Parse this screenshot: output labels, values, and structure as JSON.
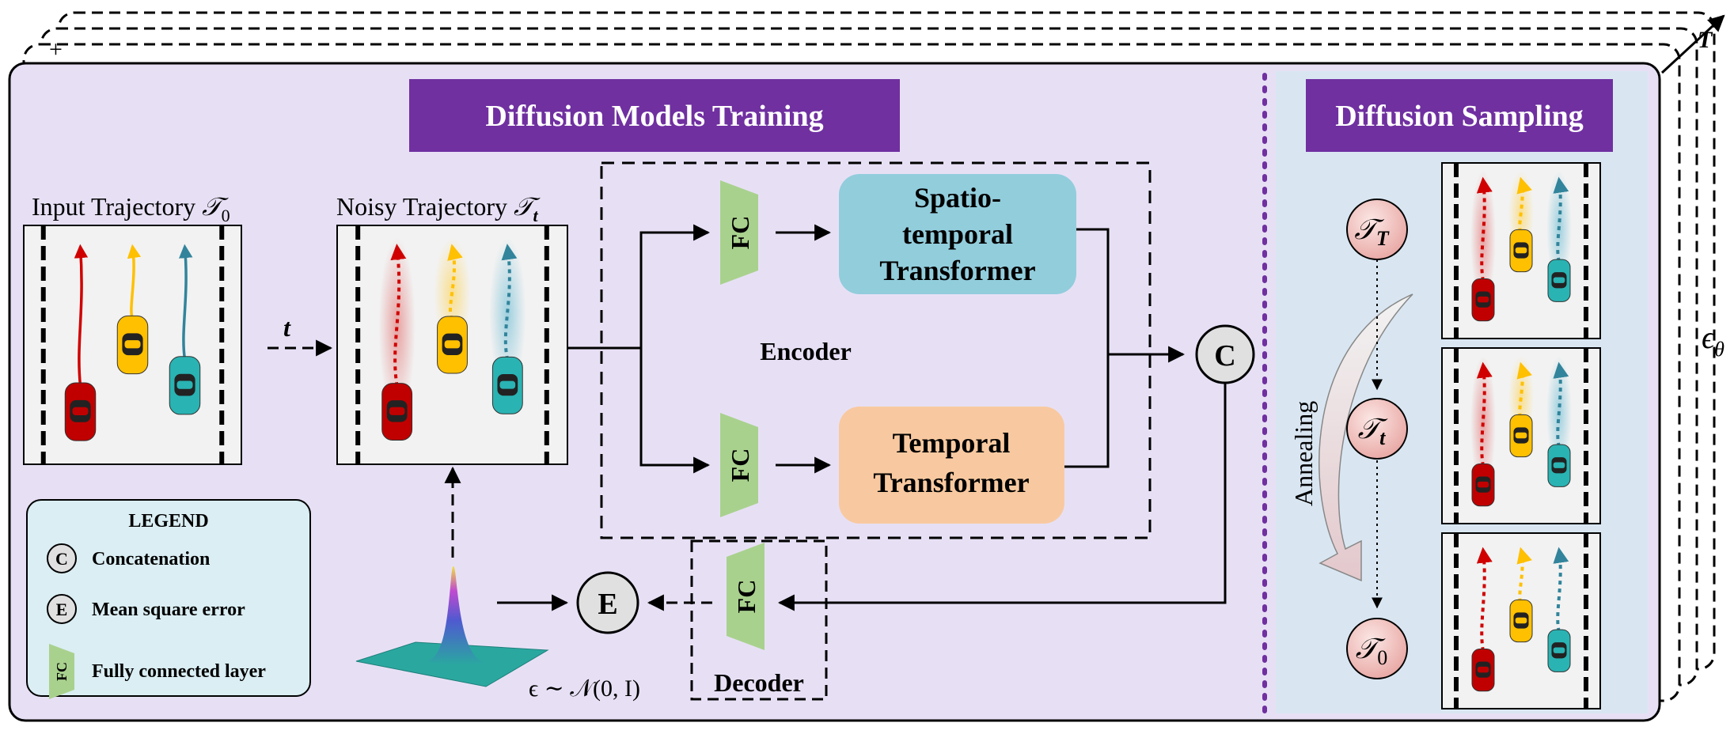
{
  "training": {
    "banner": "Diffusion Models Training",
    "input_label": "Input Trajectory",
    "input_symbol": "𝒯",
    "input_sub": "0",
    "noisy_label": "Noisy Trajectory",
    "noisy_symbol": "𝒯",
    "noisy_sub": "t",
    "t_label": "t",
    "encoder_label": "Encoder",
    "decoder_label": "Decoder",
    "fc": "FC",
    "spatio_lines": [
      "Spatio-",
      "temporal",
      "Transformer"
    ],
    "temporal_lines": [
      "Temporal",
      "Transformer"
    ],
    "concat_symbol": "C",
    "mse_symbol": "E",
    "noise_label": "ϵ ∼ 𝒩(0, I)"
  },
  "legend": {
    "title": "LEGEND",
    "items": [
      {
        "symbol": "C",
        "label": "Concatenation"
      },
      {
        "symbol": "E",
        "label": "Mean square error"
      },
      {
        "symbol": "FC",
        "label": "Fully connected layer"
      }
    ]
  },
  "sampling": {
    "banner": "Diffusion Sampling",
    "annealing": "Annealing",
    "nodes": [
      {
        "symbol": "𝒯",
        "sub": "T"
      },
      {
        "symbol": "𝒯",
        "sub": "t"
      },
      {
        "symbol": "𝒯",
        "sub": "0"
      }
    ]
  },
  "stack": {
    "plus": "+",
    "t_label": "T",
    "epsilon_label": "ϵ",
    "epsilon_sub": "θ"
  },
  "colors": {
    "panel": "#e7e0f5",
    "sampling_panel": "#d9e6f2",
    "banner": "#7030a0",
    "spatio_box": "#92cddc",
    "temporal_box": "#f8c9a0",
    "fc": "#a9d18e",
    "legend_bg": "#daeef3",
    "red_car": "#c00000",
    "yellow_car": "#ffc000",
    "teal_car": "#31849b"
  }
}
